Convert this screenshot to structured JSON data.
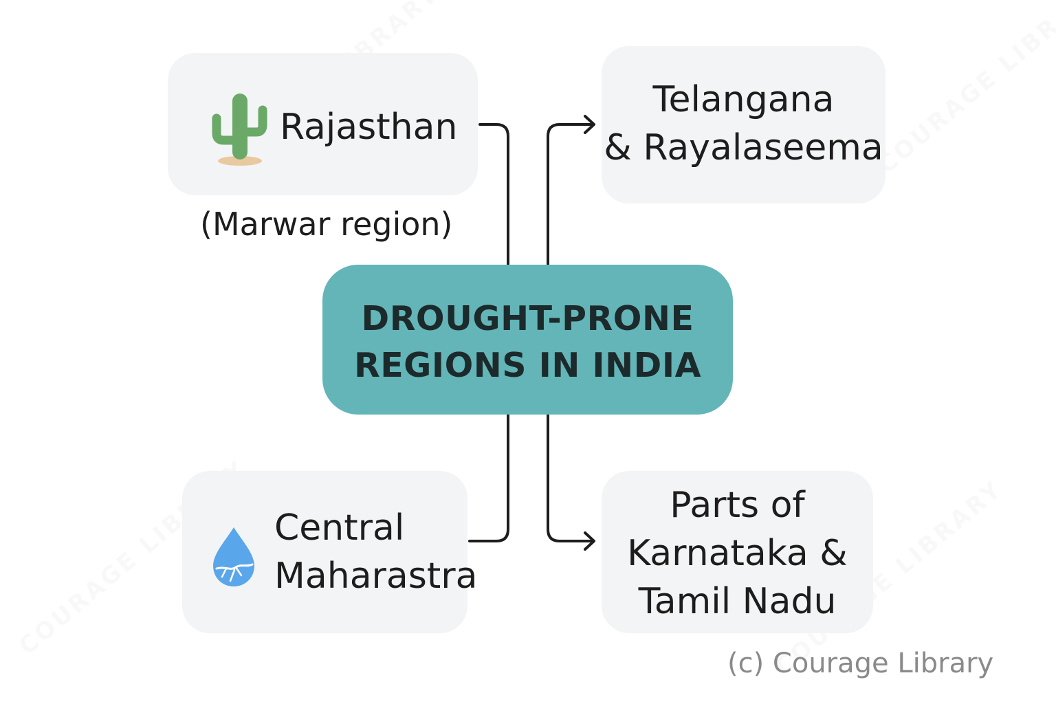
{
  "center": {
    "line1": "DROUGHT-PRONE",
    "line2": "REGIONS IN INDIA"
  },
  "regions": {
    "rajasthan": {
      "label": "Rajasthan",
      "sublabel": "(Marwar region)",
      "icon": "cactus-icon"
    },
    "telangana": {
      "line1": "Telangana",
      "line2": "& Rayalaseema"
    },
    "central_maharashtra": {
      "line1": "Central",
      "line2": "Maharastra",
      "icon": "water-drop-icon"
    },
    "karnataka_tn": {
      "line1": "Parts of",
      "line2": "Karnataka &",
      "line3": "Tamil Nadu"
    }
  },
  "watermark": {
    "text": "COURAGE LIBRARY"
  },
  "copyright": "(c) Courage Library",
  "colors": {
    "center_fill": "#63b5b8",
    "box_fill": "#f3f4f5",
    "cactus": "#6aa968",
    "sand": "#e8c9a0",
    "drop": "#5aa6ea",
    "connector": "#1d1d1d"
  }
}
